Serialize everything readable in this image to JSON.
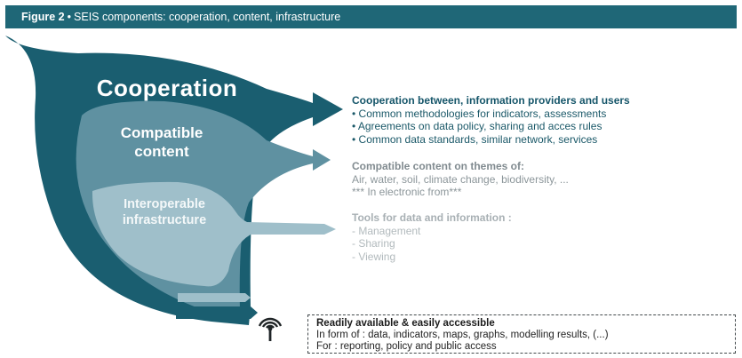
{
  "figure": {
    "label": "Figure 2",
    "separator": "•",
    "caption": "SEIS components: cooperation, content, infrastructure"
  },
  "layers": {
    "cooperation": "Cooperation",
    "content_line1": "Compatible",
    "content_line2": "content",
    "infra_line1": "Interoperable",
    "infra_line2": "infrastructure"
  },
  "cooperation_block": {
    "heading": "Cooperation between, information providers and users",
    "items": [
      "• Common methodologies for indicators, assessments",
      "• Agreements on data policy, sharing and acces rules",
      "• Common data standards, similar network, services"
    ]
  },
  "content_block": {
    "heading": "Compatible content on themes of:",
    "lines": [
      "Air, water, soil, climate change, biodiversity, ...",
      "*** In electronic from***"
    ]
  },
  "tools_block": {
    "heading": "Tools for data and information :",
    "items": [
      "- Management",
      "- Sharing",
      "- Viewing"
    ]
  },
  "access_box": {
    "heading": "Readily available & easily accessible",
    "line1": "In form of : data, indicators, maps, graphs, modelling results, (...)",
    "line2": "For : reporting, policy and public access"
  },
  "colors": {
    "title_bar": "#1f6777",
    "cooperation_layer": "#1a5e70",
    "content_layer": "#5f91a1",
    "infra_layer": "#9fbfca"
  },
  "icons": {
    "antenna": "broadcast-antenna-icon"
  }
}
